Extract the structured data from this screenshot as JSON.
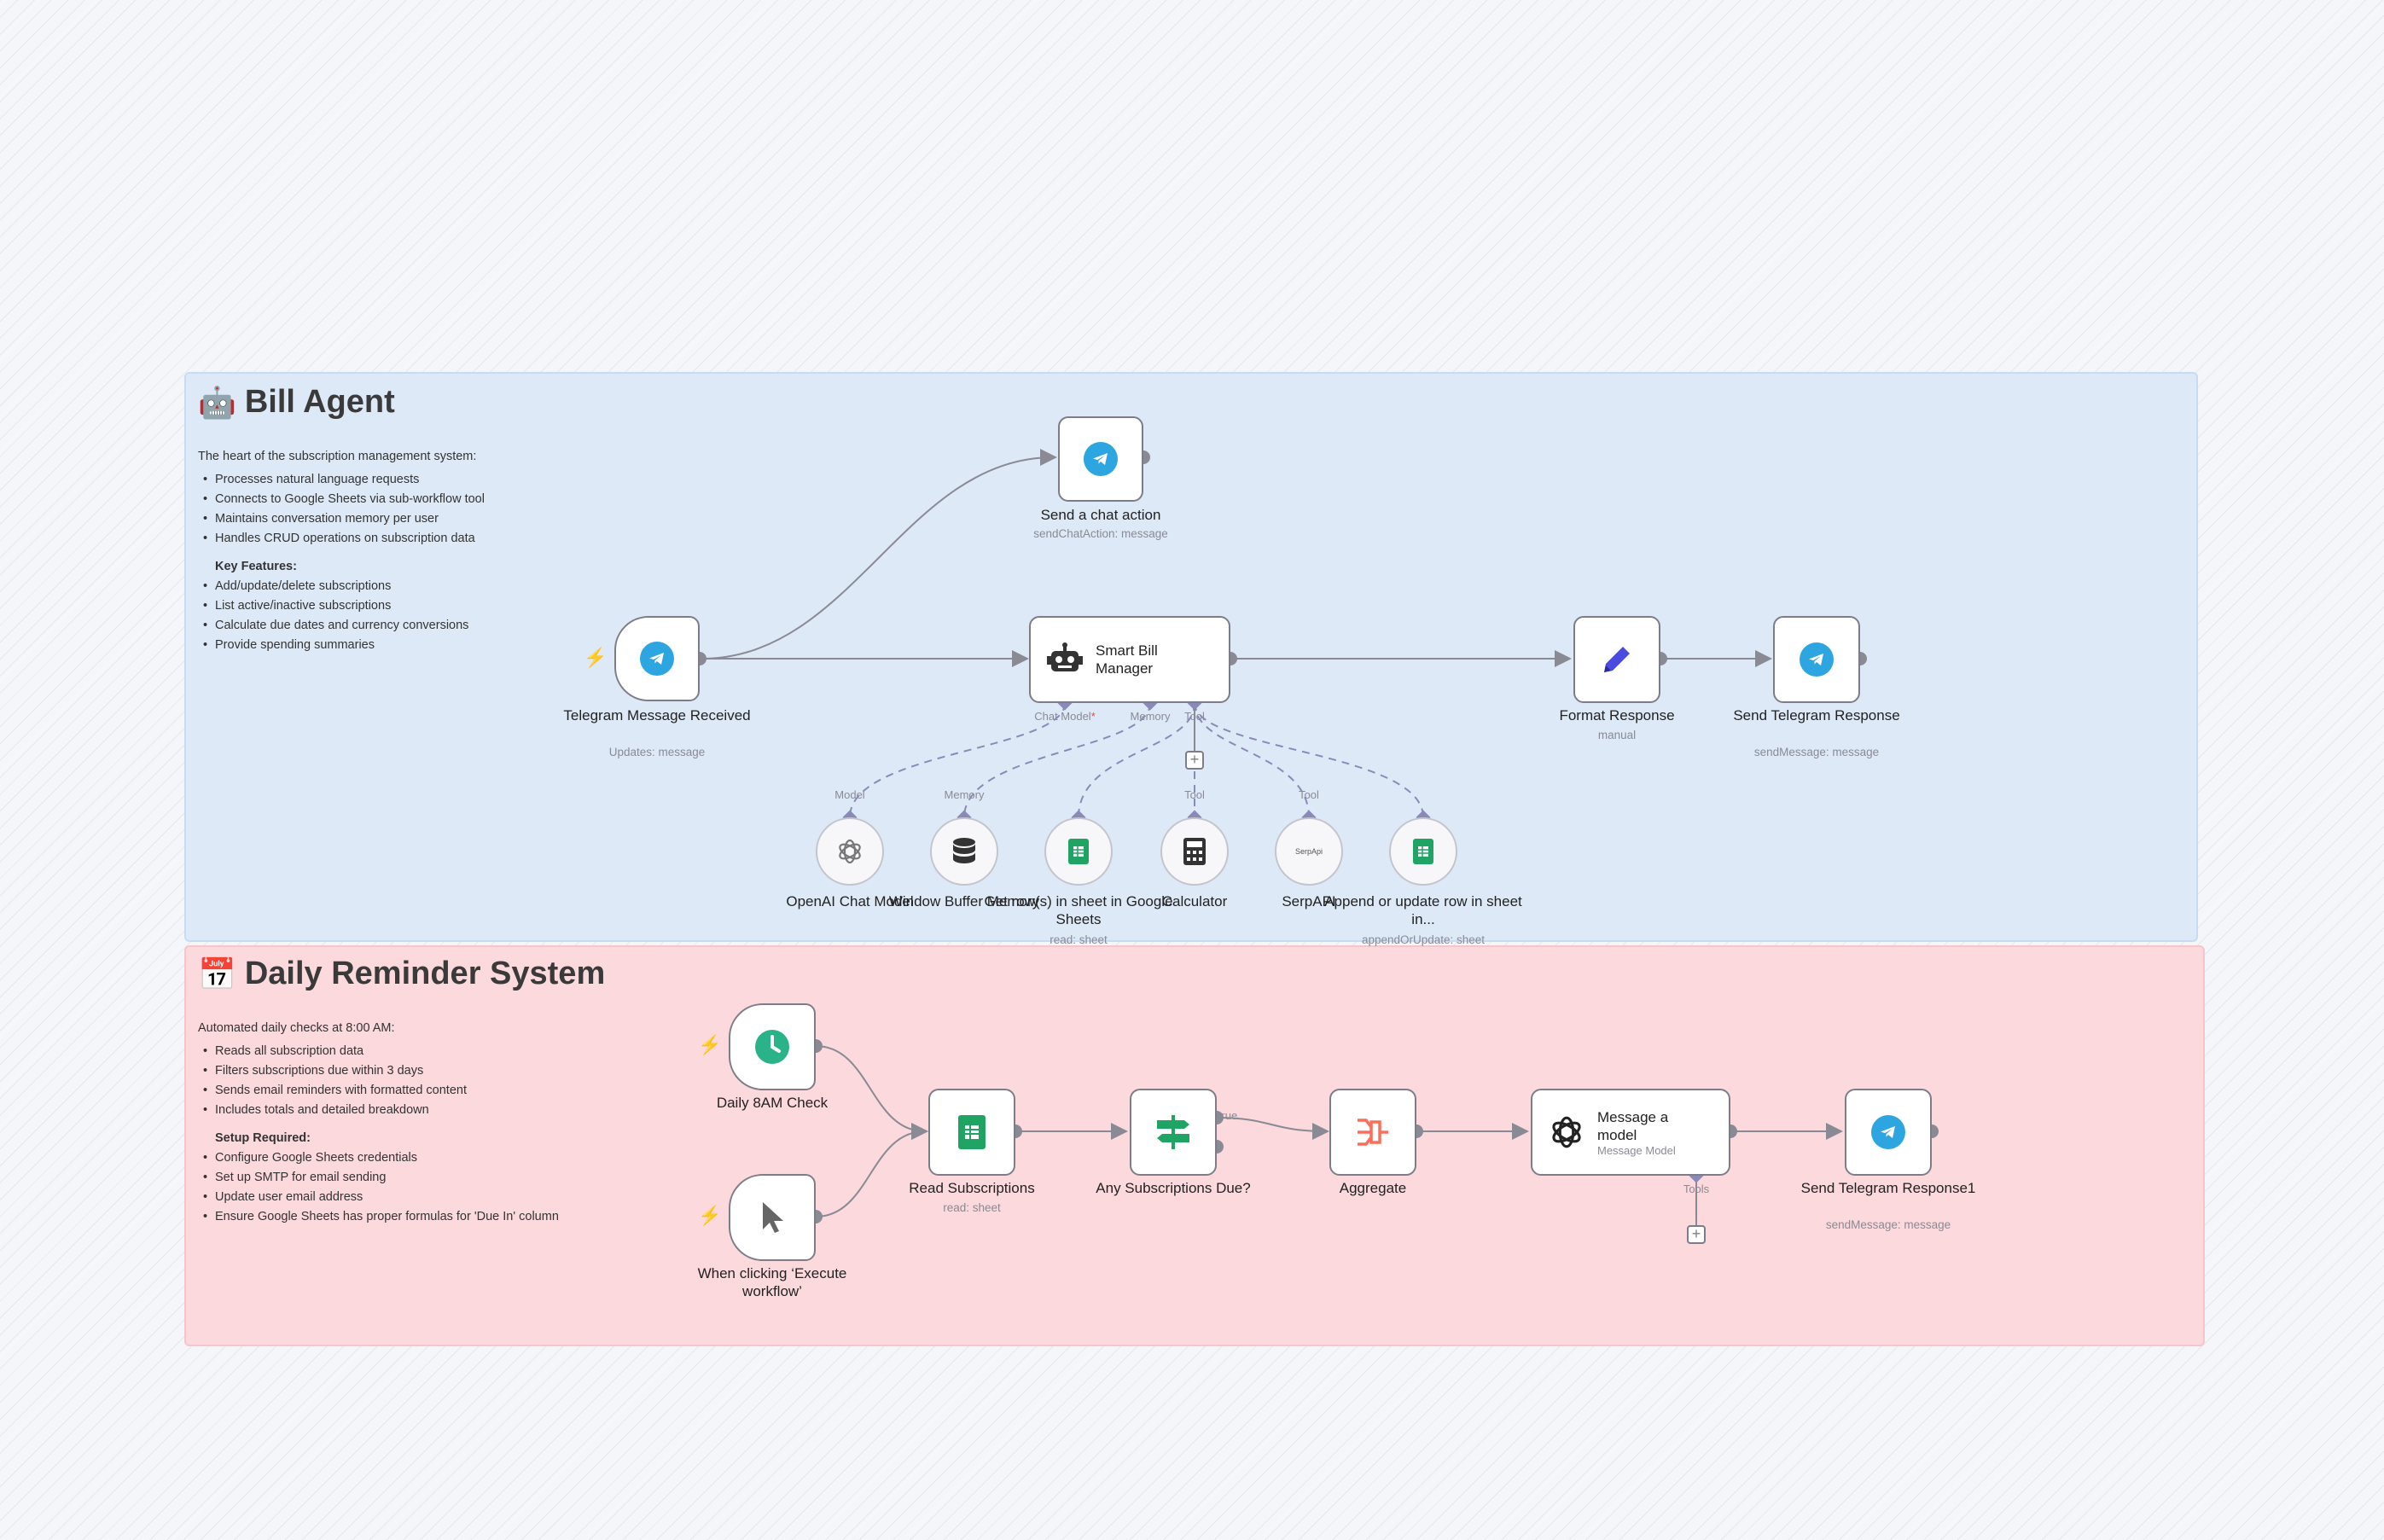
{
  "stickies": {
    "bill_agent": {
      "emoji": "🤖",
      "title": "Bill Agent",
      "intro": "The heart of the subscription management system:",
      "bullets": [
        "Processes natural language requests",
        "Connects to Google Sheets via sub-workflow tool",
        "Maintains conversation memory per user",
        "Handles CRUD operations on subscription data"
      ],
      "features_heading": "Key Features:",
      "features": [
        "Add/update/delete subscriptions",
        "List active/inactive subscriptions",
        "Calculate due dates and currency conversions",
        "Provide spending summaries"
      ],
      "color": "#dde9f7"
    },
    "daily_reminder": {
      "emoji": "📅",
      "title": "Daily Reminder System",
      "intro": "Automated daily checks at 8:00 AM:",
      "bullets": [
        "Reads all subscription data",
        "Filters subscriptions due within 3 days",
        "Sends email reminders with formatted content",
        "Includes totals and detailed breakdown"
      ],
      "setup_heading": "Setup Required:",
      "setup": [
        "Configure Google Sheets credentials",
        "Set up SMTP for email sending",
        "Update user email address",
        "Ensure Google Sheets has proper formulas for 'Due In' column"
      ],
      "color": "#fbd9dd"
    }
  },
  "nodes": {
    "send_chat_action": {
      "title": "Send a chat action",
      "subtitle": "sendChatAction: message",
      "icon": "telegram-icon"
    },
    "telegram_received": {
      "title": "Telegram Message Received",
      "subtitle": "Updates: message",
      "icon": "telegram-icon"
    },
    "smart_bill_manager": {
      "title": "Smart Bill Manager",
      "icon": "robot-icon",
      "ports": [
        "Chat Model",
        "Memory",
        "Tool"
      ],
      "required_mark": "*"
    },
    "format_response": {
      "title": "Format Response",
      "subtitle": "manual",
      "icon": "pencil-icon"
    },
    "send_telegram_response": {
      "title": "Send Telegram Response",
      "subtitle": "sendMessage: message",
      "icon": "telegram-icon"
    },
    "openai_chat_model": {
      "title": "OpenAI Chat Model",
      "port": "Model",
      "icon": "openai-icon"
    },
    "window_buffer_memory": {
      "title": "Window Buffer Memory",
      "port": "Memory",
      "icon": "database-icon"
    },
    "get_rows": {
      "title": "Get row(s) in sheet in Google Sheets",
      "subtitle": "read: sheet",
      "icon": "google-sheets-icon"
    },
    "calculator": {
      "title": "Calculator",
      "port": "Tool",
      "icon": "calculator-icon"
    },
    "serpapi": {
      "title": "SerpAPI",
      "port": "Tool",
      "icon": "serpapi-icon",
      "logo_text": "SerpApi"
    },
    "append_update": {
      "title": "Append or update row in sheet in...",
      "subtitle": "appendOrUpdate: sheet",
      "icon": "google-sheets-icon"
    },
    "daily_8am": {
      "title": "Daily 8AM Check",
      "icon": "clock-icon"
    },
    "manual_trigger": {
      "title": "When clicking ‘Execute workflow’",
      "icon": "cursor-icon"
    },
    "read_subscriptions": {
      "title": "Read Subscriptions",
      "subtitle": "read: sheet",
      "icon": "google-sheets-icon"
    },
    "any_due": {
      "title": "Any Subscriptions Due?",
      "icon": "filter-icon",
      "branch_label": "true"
    },
    "aggregate": {
      "title": "Aggregate",
      "icon": "aggregate-icon"
    },
    "message_model": {
      "title": "Message a model",
      "subtitle": "Message Model",
      "icon": "openai-icon",
      "port": "Tools"
    },
    "send_telegram_response1": {
      "title": "Send Telegram Response1",
      "subtitle": "sendMessage: message",
      "icon": "telegram-icon"
    }
  },
  "colors": {
    "wire": "#8a8a95",
    "ai_wire": "#8a8ab8",
    "telegram": "#2ca5e0",
    "sheets": "#20a464",
    "trigger_bolt": "#ff6d5a",
    "clock": "#2ab388",
    "filter": "#20a464",
    "aggregate": "#ff6d5a",
    "pencil": "#4a4ae0"
  }
}
